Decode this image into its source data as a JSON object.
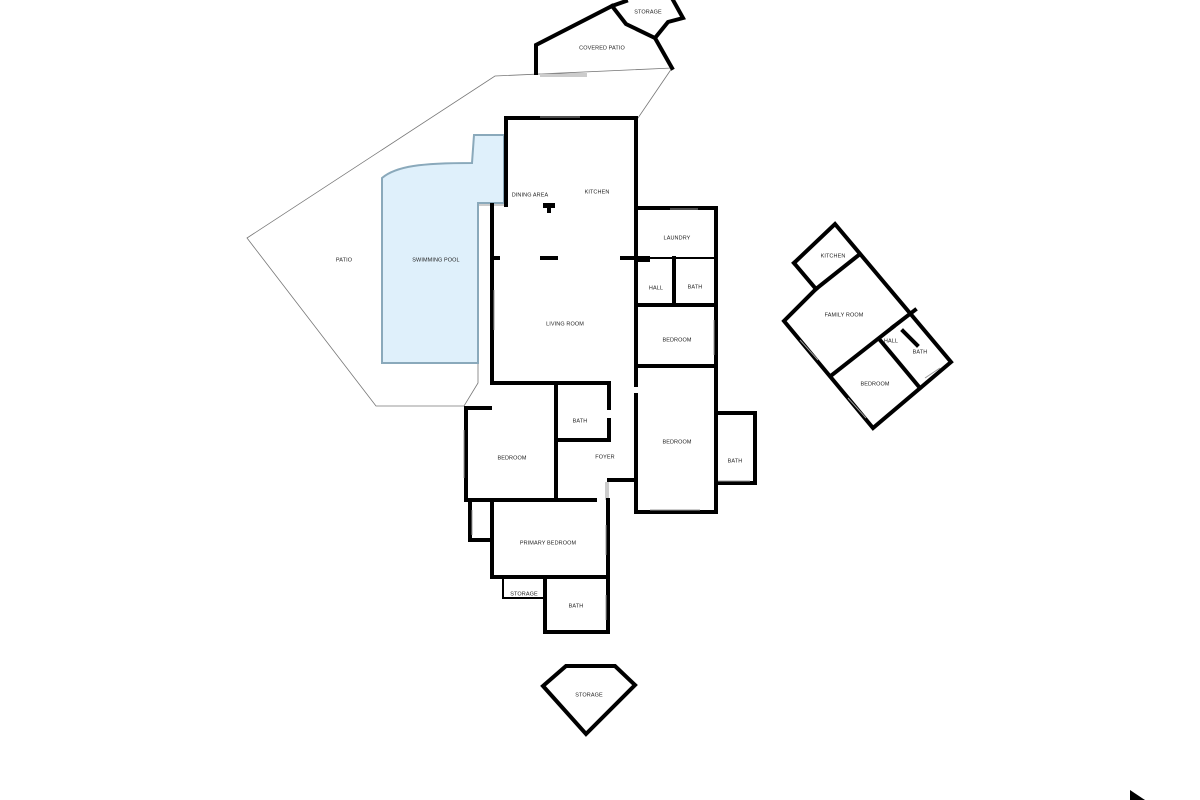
{
  "colors": {
    "pool": "#dff0fb",
    "walls": "#000000",
    "background": "#ffffff",
    "outline": "#777777"
  },
  "icons": [
    "north-arrow-icon"
  ],
  "rooms": {
    "storage_top": "STORAGE",
    "covered_patio": "COVERED PATIO",
    "patio": "PATIO",
    "swimming_pool": "SWIMMING POOL",
    "dining_area": "DINING AREA",
    "kitchen": "KITCHEN",
    "laundry": "LAUNDRY",
    "hall": "HALL",
    "bath_hall": "BATH",
    "living_room": "LIVING ROOM",
    "bedroom_right_upper": "BEDROOM",
    "bedroom_left": "BEDROOM",
    "bath_left": "BATH",
    "foyer": "FOYER",
    "bedroom_right_lower": "BEDROOM",
    "bath_right": "BATH",
    "primary_bedroom": "PRIMARY BEDROOM",
    "storage_primary": "STORAGE",
    "bath_primary": "BATH",
    "storage_bottom": "STORAGE",
    "guest_kitchen": "KITCHEN",
    "guest_family_room": "FAMILY ROOM",
    "guest_hall": "HALL",
    "guest_bath": "BATH",
    "guest_bedroom": "BEDROOM"
  }
}
